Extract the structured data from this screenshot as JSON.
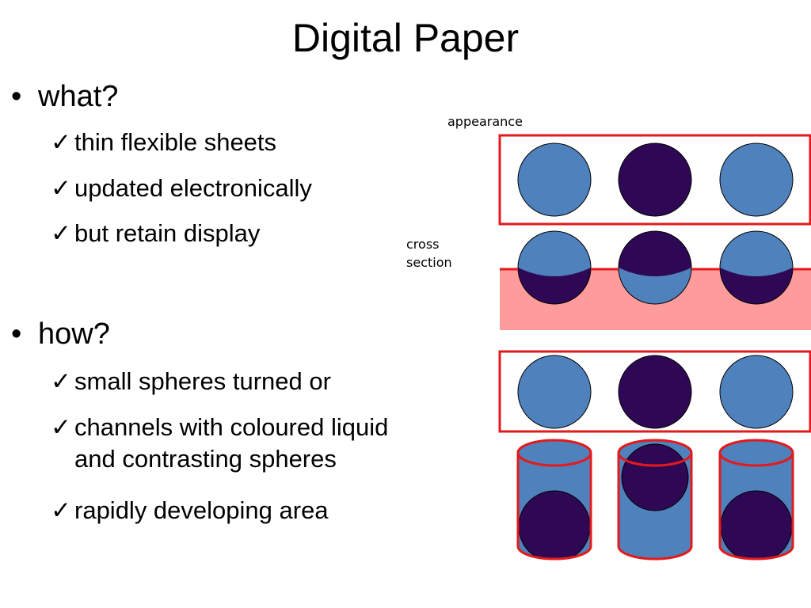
{
  "slide": {
    "title": "Digital Paper",
    "sections": [
      {
        "heading": "what?",
        "items": [
          "thin flexible sheets",
          "updated electronically",
          "but retain display"
        ]
      },
      {
        "heading": "how?",
        "items": [
          "small spheres turned or",
          "channels with coloured liquid",
          "and contrasting spheres",
          "rapidly developing area"
        ]
      }
    ],
    "bullet_glyph": "•",
    "check_glyph": "✓"
  },
  "diagram": {
    "label_appearance": "appearance",
    "label_cross_1": "cross",
    "label_cross_2": "section",
    "colors": {
      "light_sphere": "#4F81BD",
      "dark_sphere": "#2E0854",
      "frame": "#E31A1C",
      "substrate": "#FF9B9B"
    }
  }
}
